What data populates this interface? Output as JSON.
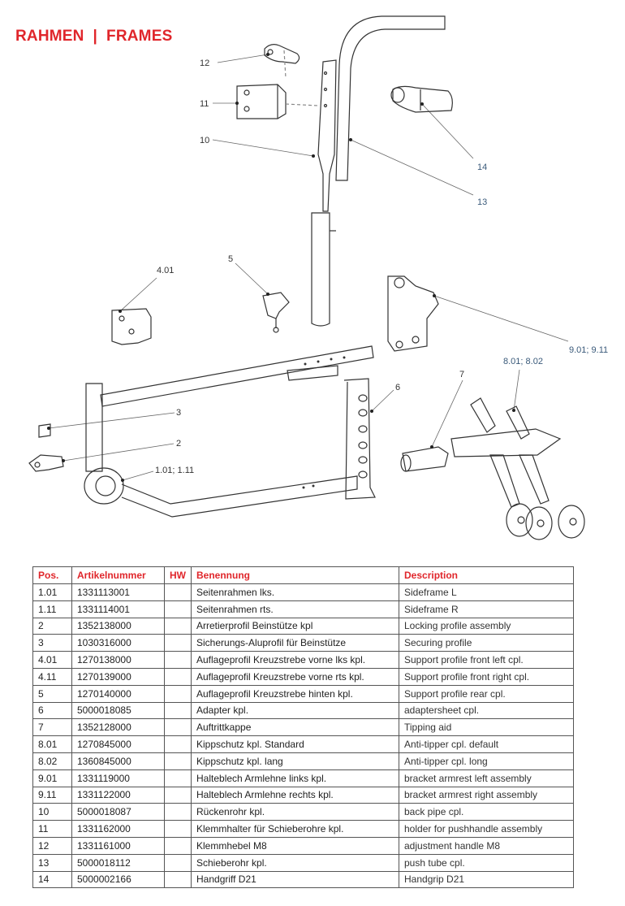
{
  "title": "RAHMEN  |  FRAMES",
  "callouts": [
    "12",
    "11",
    "10",
    "14",
    "13",
    "5",
    "4.01",
    "9.01; 9.11",
    "8.01; 8.02",
    "7",
    "6",
    "3",
    "2",
    "1.01; 1.11"
  ],
  "table": {
    "headers": [
      "Pos.",
      "Artikelnummer",
      "HW",
      "Benennung",
      "Description"
    ],
    "rows": [
      [
        "1.01",
        "1331113001",
        "",
        "Seitenrahmen lks.",
        "Sideframe L"
      ],
      [
        "1.11",
        "1331114001",
        "",
        "Seitenrahmen rts.",
        "Sideframe R"
      ],
      [
        "2",
        "1352138000",
        "",
        "Arretierprofil Beinstütze kpl",
        "Locking profile assembly"
      ],
      [
        "3",
        "1030316000",
        "",
        "Sicherungs-Aluprofil für Beinstütze",
        "Securing profile"
      ],
      [
        "4.01",
        "1270138000",
        "",
        "Auflageprofil Kreuzstrebe vorne lks kpl.",
        "Support profile front left cpl."
      ],
      [
        "4.11",
        "1270139000",
        "",
        "Auflageprofil Kreuzstrebe vorne rts kpl.",
        "Support profile front right cpl."
      ],
      [
        "5",
        "1270140000",
        "",
        "Auflageprofil Kreuzstrebe hinten kpl.",
        "Support profile rear cpl."
      ],
      [
        "6",
        "5000018085",
        "",
        "Adapter kpl.",
        "adaptersheet cpl."
      ],
      [
        "7",
        "1352128000",
        "",
        "Auftrittkappe",
        "Tipping aid"
      ],
      [
        "8.01",
        "1270845000",
        "",
        "Kippschutz kpl. Standard",
        "Anti-tipper cpl. default"
      ],
      [
        "8.02",
        "1360845000",
        "",
        "Kippschutz kpl. lang",
        "Anti-tipper cpl. long"
      ],
      [
        "9.01",
        "1331119000",
        "",
        "Halteblech Armlehne links kpl.",
        "bracket armrest left assembly"
      ],
      [
        "9.11",
        "1331122000",
        "",
        "Halteblech Armlehne rechts kpl.",
        "bracket armrest right assembly"
      ],
      [
        "10",
        "5000018087",
        "",
        "Rückenrohr kpl.",
        "back pipe cpl."
      ],
      [
        "11",
        "1331162000",
        "",
        "Klemmhalter für Schieberohre kpl.",
        "holder for pushhandle assembly"
      ],
      [
        "12",
        "1331161000",
        "",
        "Klemmhebel M8",
        "adjustment handle M8"
      ],
      [
        "13",
        "5000018112",
        "",
        "Schieberohr kpl.",
        "push tube cpl."
      ],
      [
        "14",
        "5000002166",
        "",
        "Handgriff D21",
        "Handgrip D21"
      ]
    ]
  }
}
